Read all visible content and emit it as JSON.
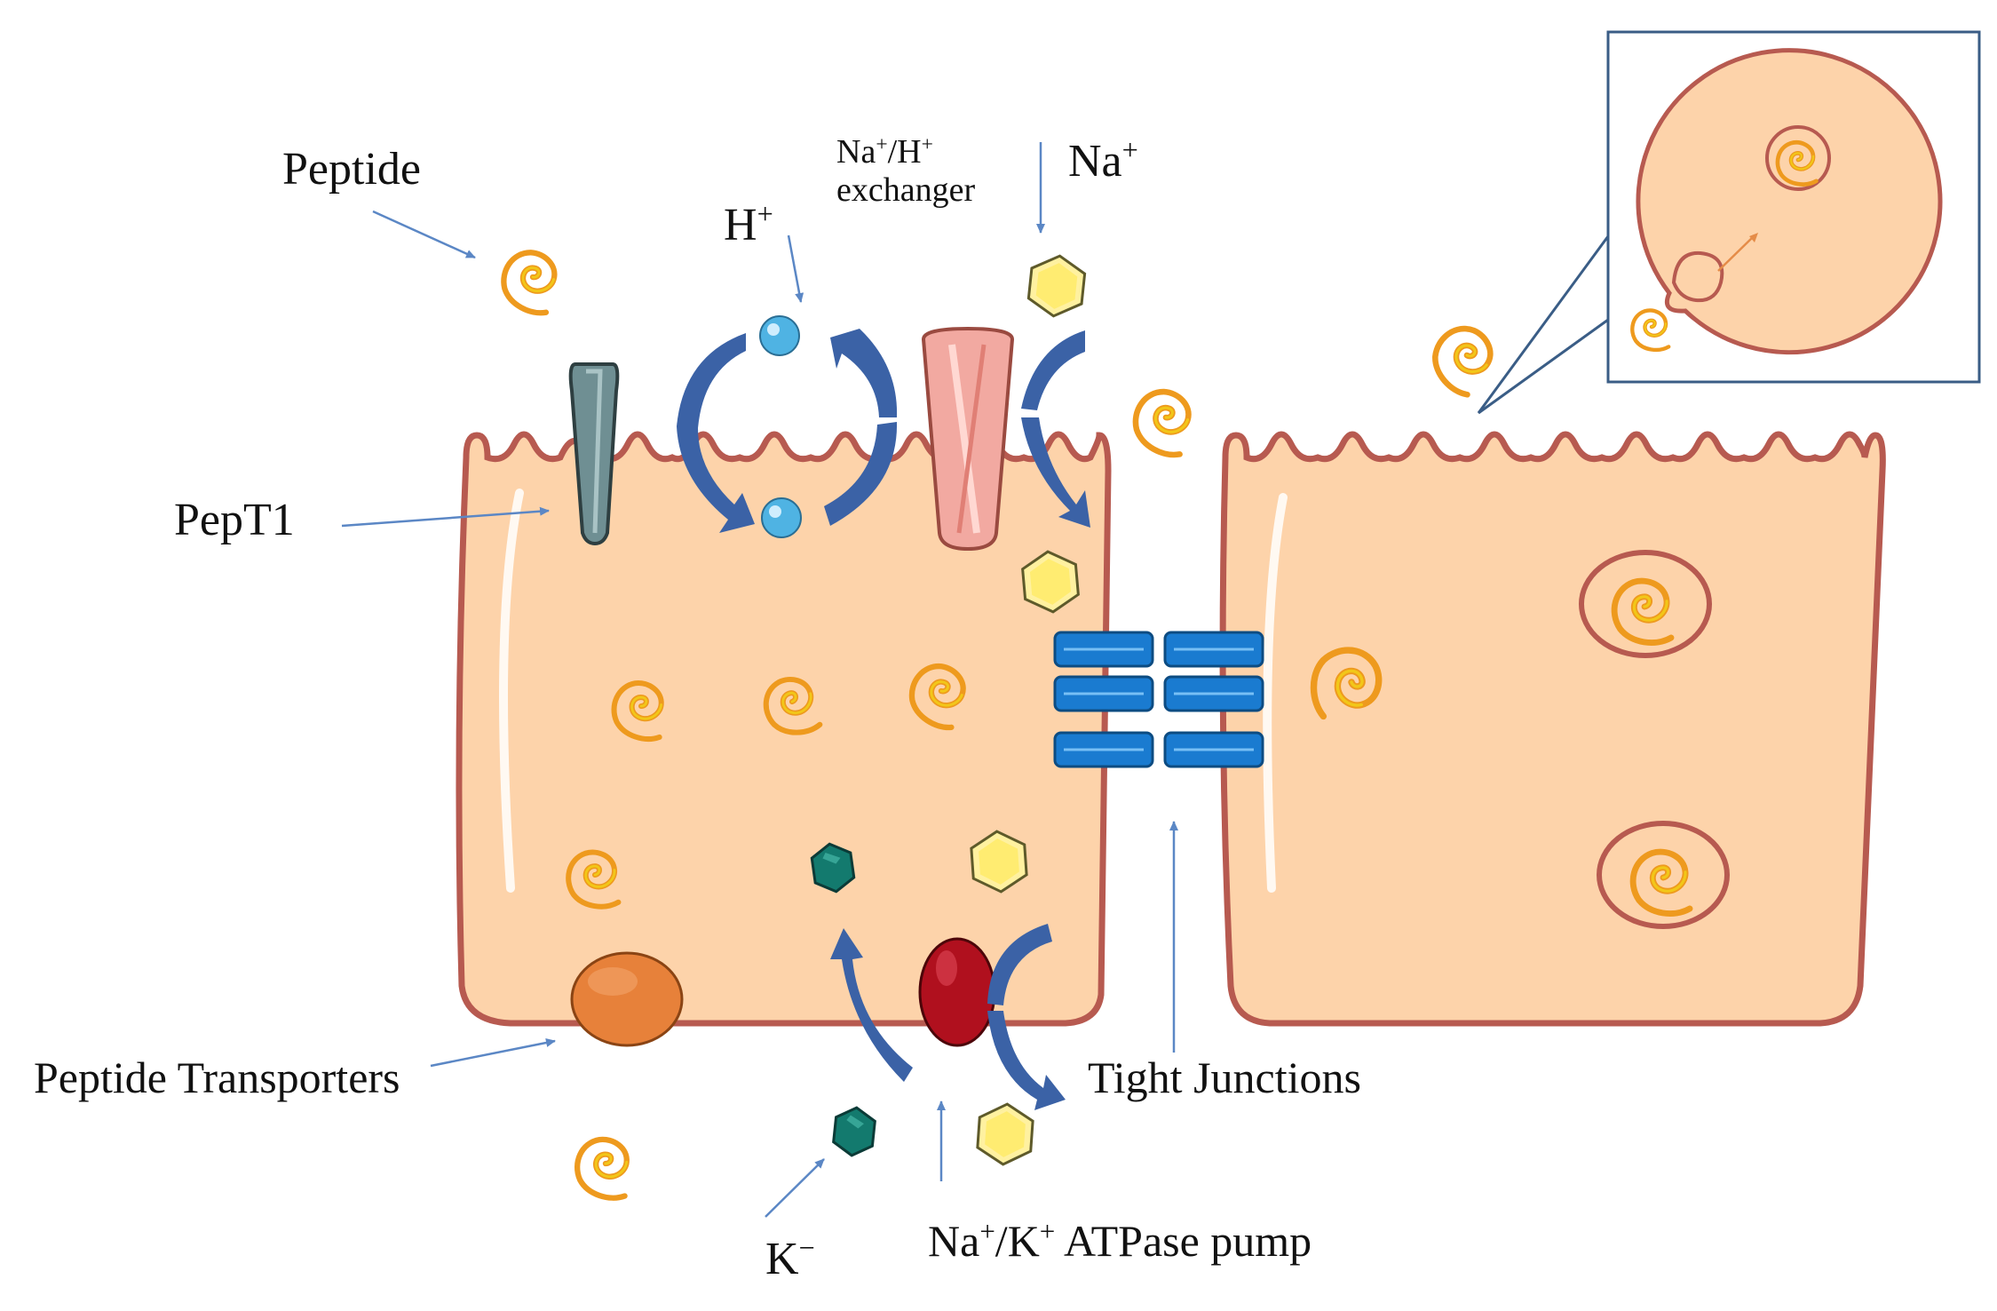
{
  "labels": {
    "peptide": "Peptide",
    "h_ion_base": "H",
    "h_ion_sup": "+",
    "exchanger_na": "Na",
    "exchanger_na_sup": "+",
    "exchanger_slash_h": "/H",
    "exchanger_h_sup": "+",
    "exchanger_word": "exchanger",
    "na_base": "Na",
    "na_sup": "+",
    "pept1": "PepT1",
    "peptide_transporters": "Peptide Transporters",
    "tight_junctions": "Tight Junctions",
    "k_base": "K",
    "k_sup": "−",
    "pump_na": "Na",
    "pump_na_sup": "+",
    "pump_slash_k": "/K",
    "pump_k_sup": "+",
    "pump_rest": " ATPase pump"
  },
  "colors": {
    "cell_fill": "#FDD3AA",
    "cell_border": "#B75A50",
    "arrow_blue": "#3B62A6",
    "pointer_blue": "#5B87C5",
    "peptide_orange": "#EE9A1E",
    "peptide_yellow": "#F2C718",
    "hexagon_yellow": "#FFF1A0",
    "hexagon_teal": "#137A6E",
    "h_ion_blue": "#4FB3E3",
    "pept1_gray": "#6F8F93",
    "exchanger_pink": "#F2A9A1",
    "transporter_orange": "#E7813A",
    "pump_red": "#B0101E",
    "junction_blue": "#1A7BD0",
    "inset_border": "#3A5D86"
  }
}
